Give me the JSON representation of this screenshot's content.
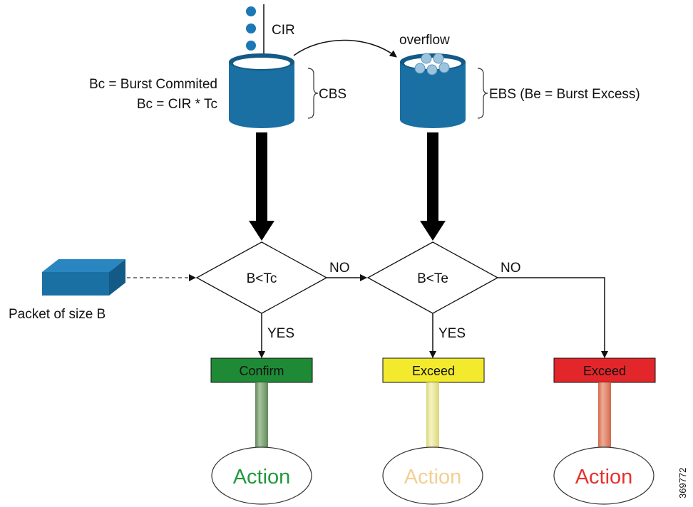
{
  "inflow": {
    "rate_label": "CIR"
  },
  "committed_bucket": {
    "formula_line1": "Bc = Burst Commited",
    "formula_line2": "Bc = CIR * Tc",
    "size_label": "CBS"
  },
  "overflow_label": "overflow",
  "excess_bucket": {
    "size_label": "EBS (Be = Burst Excess)"
  },
  "packet": {
    "label": "Packet of size B"
  },
  "decisions": {
    "first": {
      "condition": "B<Tc",
      "yes_label": "YES",
      "no_label": "NO"
    },
    "second": {
      "condition": "B<Te",
      "yes_label": "YES",
      "no_label": "NO"
    }
  },
  "outcomes": [
    {
      "label": "Confirm",
      "action": "Action",
      "color": "#1f8a36",
      "action_color": "#1f9a3c",
      "pipe_color": "#86a97e"
    },
    {
      "label": "Exceed",
      "action": "Action",
      "color": "#f3ea2e",
      "action_color": "#f2cf92",
      "pipe_color": "#ecea9e"
    },
    {
      "label": "Exceed",
      "action": "Action",
      "color": "#e3262a",
      "action_color": "#e8302f",
      "pipe_color": "#e48a70"
    }
  ],
  "figure_id": "369772",
  "colors": {
    "bucket_blue": "#1a6fa3",
    "bucket_blue_dark": "#135a86",
    "token_blue": "#1b78b4"
  }
}
